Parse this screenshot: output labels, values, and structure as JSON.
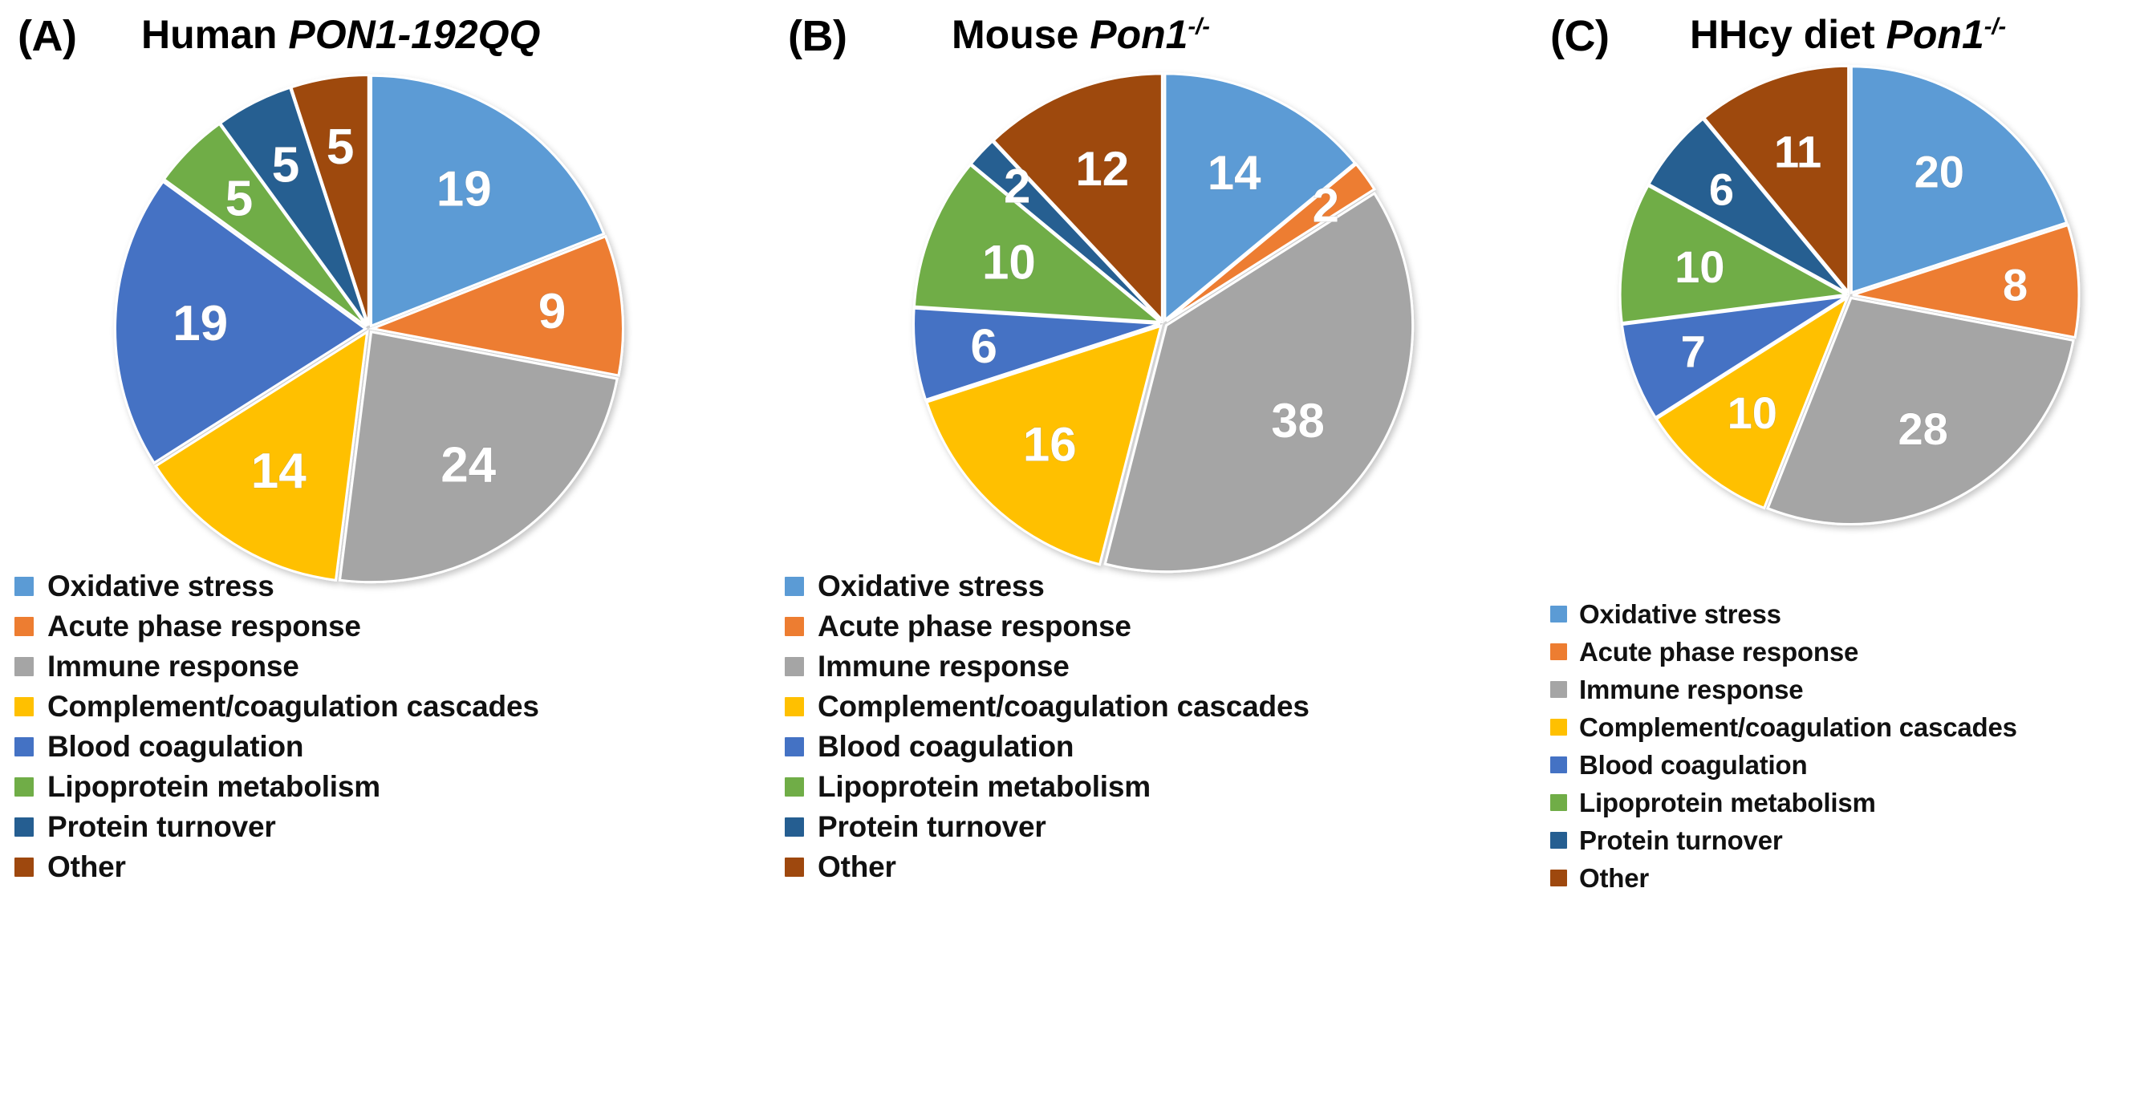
{
  "figure": {
    "background": "#ffffff",
    "palette": {
      "oxidative_stress": "#5B9BD5",
      "acute_phase_response": "#ED7D31",
      "immune_response": "#A5A5A5",
      "complement_coagulation_cascades": "#FFC000",
      "blood_coagulation": "#4472C4",
      "lipoprotein_metabolism": "#70AD47",
      "protein_turnover": "#255E91",
      "other": "#9E480E"
    }
  },
  "panels": {
    "a": {
      "label": "(A)",
      "title_prefix": "Human ",
      "title_italic": "PON1-192QQ",
      "title_sup": "",
      "legend": [
        "Oxidative stress",
        "Acute phase response",
        "Immune response",
        "Complement/coagulation cascades",
        "Blood coagulation",
        "Lipoprotein metabolism",
        "Protein  turnover",
        "Other"
      ]
    },
    "b": {
      "label": "(B)",
      "title_prefix": "Mouse ",
      "title_italic": "Pon1",
      "title_sup": "-/-",
      "legend": [
        "Oxidative stress",
        "Acute phase response",
        "Immune response",
        "Complement/coagulation cascades",
        "Blood coagulation",
        "Lipoprotein metabolism",
        "Protein  turnover",
        "Other"
      ]
    },
    "c": {
      "label": "(C)",
      "title_prefix": "HHcy diet ",
      "title_italic": "Pon1",
      "title_sup": "-/-",
      "legend": [
        "Oxidative stress",
        "Acute phase response",
        "Immune response",
        "Complement/coagulation cascades",
        "Blood coagulation",
        "Lipoprotein metabolism",
        "Protein turnover",
        "Other"
      ]
    }
  },
  "chart_data": [
    {
      "type": "pie",
      "id": "pie-a",
      "title": "Human PON1-192QQ",
      "panel": "(A)",
      "categories": [
        "Oxidative stress",
        "Acute phase response",
        "Immune response",
        "Complement/coagulation cascades",
        "Blood coagulation",
        "Lipoprotein metabolism",
        "Protein turnover",
        "Other"
      ],
      "values": [
        19,
        9,
        24,
        14,
        19,
        5,
        5,
        5
      ],
      "labels": [
        "19",
        "9",
        "24",
        "14",
        "19",
        "5",
        "5",
        "5"
      ],
      "colors": [
        "#5B9BD5",
        "#ED7D31",
        "#A5A5A5",
        "#FFC000",
        "#4472C4",
        "#70AD47",
        "#255E91",
        "#9E480E"
      ],
      "total": 100,
      "units": "%",
      "start_angle_deg": 0,
      "direction": "clockwise",
      "legend_position": "below",
      "data_labels": "value-inside-white"
    },
    {
      "type": "pie",
      "id": "pie-b",
      "title": "Mouse Pon1-/-",
      "panel": "(B)",
      "categories": [
        "Oxidative stress",
        "Acute phase response",
        "Immune response",
        "Complement/coagulation cascades",
        "Blood coagulation",
        "Lipoprotein metabolism",
        "Protein turnover",
        "Other"
      ],
      "values": [
        14,
        2,
        38,
        16,
        6,
        10,
        2,
        12
      ],
      "labels": [
        "14",
        "2",
        "38",
        "16",
        "6",
        "10",
        "2",
        "12"
      ],
      "colors": [
        "#5B9BD5",
        "#ED7D31",
        "#A5A5A5",
        "#FFC000",
        "#4472C4",
        "#70AD47",
        "#255E91",
        "#9E480E"
      ],
      "total": 100,
      "units": "%",
      "start_angle_deg": 0,
      "direction": "clockwise",
      "legend_position": "below",
      "data_labels": "value-inside-white"
    },
    {
      "type": "pie",
      "id": "pie-c",
      "title": "HHcy diet Pon1-/-",
      "panel": "(C)",
      "categories": [
        "Oxidative stress",
        "Acute phase response",
        "Immune response",
        "Complement/coagulation cascades",
        "Blood coagulation",
        "Lipoprotein metabolism",
        "Protein turnover",
        "Other"
      ],
      "values": [
        20,
        8,
        28,
        10,
        7,
        10,
        6,
        11
      ],
      "labels": [
        "20",
        "8",
        "28",
        "10",
        "7",
        "10",
        "6",
        "11"
      ],
      "colors": [
        "#5B9BD5",
        "#ED7D31",
        "#A5A5A5",
        "#FFC000",
        "#4472C4",
        "#70AD47",
        "#255E91",
        "#9E480E"
      ],
      "total": 100,
      "units": "%",
      "start_angle_deg": 0,
      "direction": "clockwise",
      "legend_position": "below",
      "data_labels": "value-inside-white"
    }
  ]
}
